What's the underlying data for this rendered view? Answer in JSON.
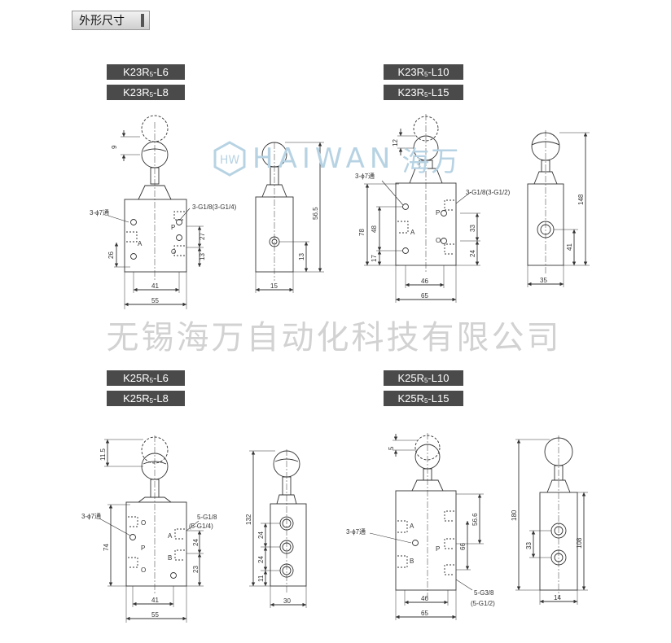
{
  "section_title": "外形尺寸",
  "watermark": "无锡海万自动化科技有限公司",
  "brand": {
    "name": "HAIWAN",
    "cn": "海万",
    "logo_letters": "HW"
  },
  "colors": {
    "label_bg": "#4a4a4a",
    "brand": "#b7d3e3",
    "line": "#333333"
  },
  "models": {
    "k23_small": {
      "a": {
        "main": "K23R",
        "sub": "5",
        "suffix": "-L6"
      },
      "b": {
        "main": "K23R",
        "sub": "5",
        "suffix": "-L8"
      }
    },
    "k23_large": {
      "a": {
        "main": "K23R",
        "sub": "5",
        "suffix": "-L10"
      },
      "b": {
        "main": "K23R",
        "sub": "5",
        "suffix": "-L15"
      }
    },
    "k25_small": {
      "a": {
        "main": "K25R",
        "sub": "5",
        "suffix": "-L6"
      },
      "b": {
        "main": "K25R",
        "sub": "5",
        "suffix": "-L8"
      }
    },
    "k25_large": {
      "a": {
        "main": "K25R",
        "sub": "5",
        "suffix": "-L10"
      },
      "b": {
        "main": "K25R",
        "sub": "5",
        "suffix": "-L15"
      }
    }
  },
  "dims": {
    "q1": {
      "d9": "9",
      "holes": "3-ϕ7通",
      "port": "3-G1/8(3-G1/4)",
      "d26": "26",
      "d27": "27",
      "d13": "13",
      "d41": "41",
      "d55": "55",
      "pA": "A",
      "pP": "P",
      "pO": "O",
      "side_h": "56.5",
      "side_13": "13",
      "side_15": "15"
    },
    "q2": {
      "d12": "12",
      "holes": "3-ϕ7通",
      "port": "3-G1/8(3-G1/2)",
      "d78": "78",
      "d48": "48",
      "d17": "17",
      "d33": "33",
      "d24": "24",
      "d46": "46",
      "d65": "65",
      "pA": "A",
      "pP": "P",
      "pO": "O",
      "side_h": "148",
      "side_41": "41",
      "side_35": "35"
    },
    "q3": {
      "d115": "11.5",
      "holes": "3-ϕ7通",
      "port": "5-G1/8",
      "port2": "(5-G1/4)",
      "d74": "74",
      "d24a": "24",
      "d24b": "24",
      "d23": "23",
      "d41": "41",
      "d55": "55",
      "pO": "O",
      "pP": "P",
      "pA": "A",
      "pB": "B",
      "side_h": "132",
      "s24a": "24",
      "s24b": "24",
      "s11": "11",
      "side_30": "30"
    },
    "q4": {
      "d5": "5",
      "holes": "3-ϕ7通",
      "port": "5-G3/8",
      "port2": "(5-G1/2)",
      "d566": "56.6",
      "d66": "66",
      "d46": "46",
      "d65": "65",
      "pA": "A",
      "pP": "P",
      "pB": "B",
      "side_h": "180",
      "side_108": "108",
      "side_33": "33",
      "side_14": "14"
    }
  }
}
